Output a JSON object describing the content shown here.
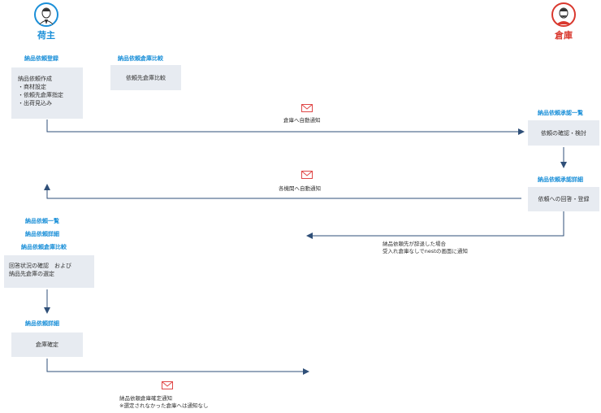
{
  "actors": {
    "shipper": {
      "label": "荷主"
    },
    "warehouse": {
      "label": "倉庫"
    }
  },
  "colors": {
    "arrow": "#2f4f78",
    "box_bg": "#e7ebf1",
    "label_blue": "#1a8fd8",
    "mail_red": "#e04848",
    "warehouse_red": "#d9382e"
  },
  "step1": {
    "title": "納品依頼登録",
    "box_title": "納品依頼作成",
    "items": [
      "・商材設定",
      "・依頼先倉庫指定",
      "・出荷見込み"
    ]
  },
  "step_compare": {
    "title": "納品依頼倉庫比較",
    "box": "依頼先倉庫比較"
  },
  "notify1": {
    "text": "倉庫へ自動通知",
    "icon": "mail-icon"
  },
  "w_step1": {
    "title": "納品依頼承認一覧",
    "box": "依頼の確認・検討"
  },
  "w_step2": {
    "title": "納品依頼承認詳細",
    "box": "依頼への回答・登録"
  },
  "notify2": {
    "text": "各機関へ自動通知",
    "icon": "mail-icon"
  },
  "decline_note": {
    "line1": "納品依頼先が辞退した場合",
    "line2": "受入れ倉庫なしでnestの画面に通知"
  },
  "step2": {
    "titles": [
      "納品依頼一覧",
      "納品依頼詳細",
      "納品依頼倉庫比較"
    ],
    "box_line1": "回答状況の確認　および",
    "box_line2": "納品先倉庫の選定"
  },
  "step3": {
    "title": "納品依頼詳細",
    "box": "倉庫確定"
  },
  "notify3": {
    "line1": "納品依頼倉庫確定通知",
    "line2": "※選定されなかった倉庫へは通知なし",
    "icon": "mail-icon"
  }
}
